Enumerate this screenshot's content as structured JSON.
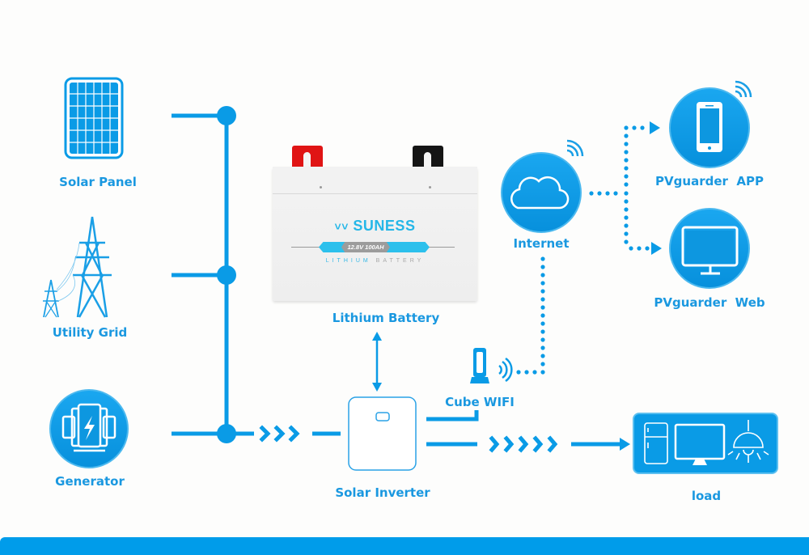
{
  "colors": {
    "accent": "#0a9be6",
    "label": "#1a98e0",
    "background": "#fdfdfc",
    "battery_logo": "#25b7e8",
    "terminal_positive": "#e01414",
    "terminal_negative": "#151515"
  },
  "sources": [
    {
      "label": "Solar Panel",
      "icon": "solar-panel-icon"
    },
    {
      "label": "Utility Grid",
      "icon": "power-tower-icon"
    },
    {
      "label": "Generator",
      "icon": "generator-icon"
    }
  ],
  "battery": {
    "label": "Lithium Battery",
    "brand": "SUNESS",
    "spec": "12.8V 100AH",
    "subtitle_part1": "LITHIUM",
    "subtitle_part2": "BATTERY"
  },
  "inverter": {
    "label": "Solar Inverter",
    "icon": "inverter-icon"
  },
  "wifi": {
    "label": "Cube WIFI",
    "icon": "wifi-dongle-icon"
  },
  "internet": {
    "label": "Internet",
    "icon": "cloud-icon"
  },
  "monitoring": [
    {
      "label": "PVguarder  APP",
      "icon": "smartphone-icon"
    },
    {
      "label": "PVguarder  Web",
      "icon": "monitor-icon"
    }
  ],
  "load": {
    "label": "load",
    "icons": [
      "refrigerator-icon",
      "monitor-icon",
      "ceiling-lamp-icon"
    ]
  }
}
